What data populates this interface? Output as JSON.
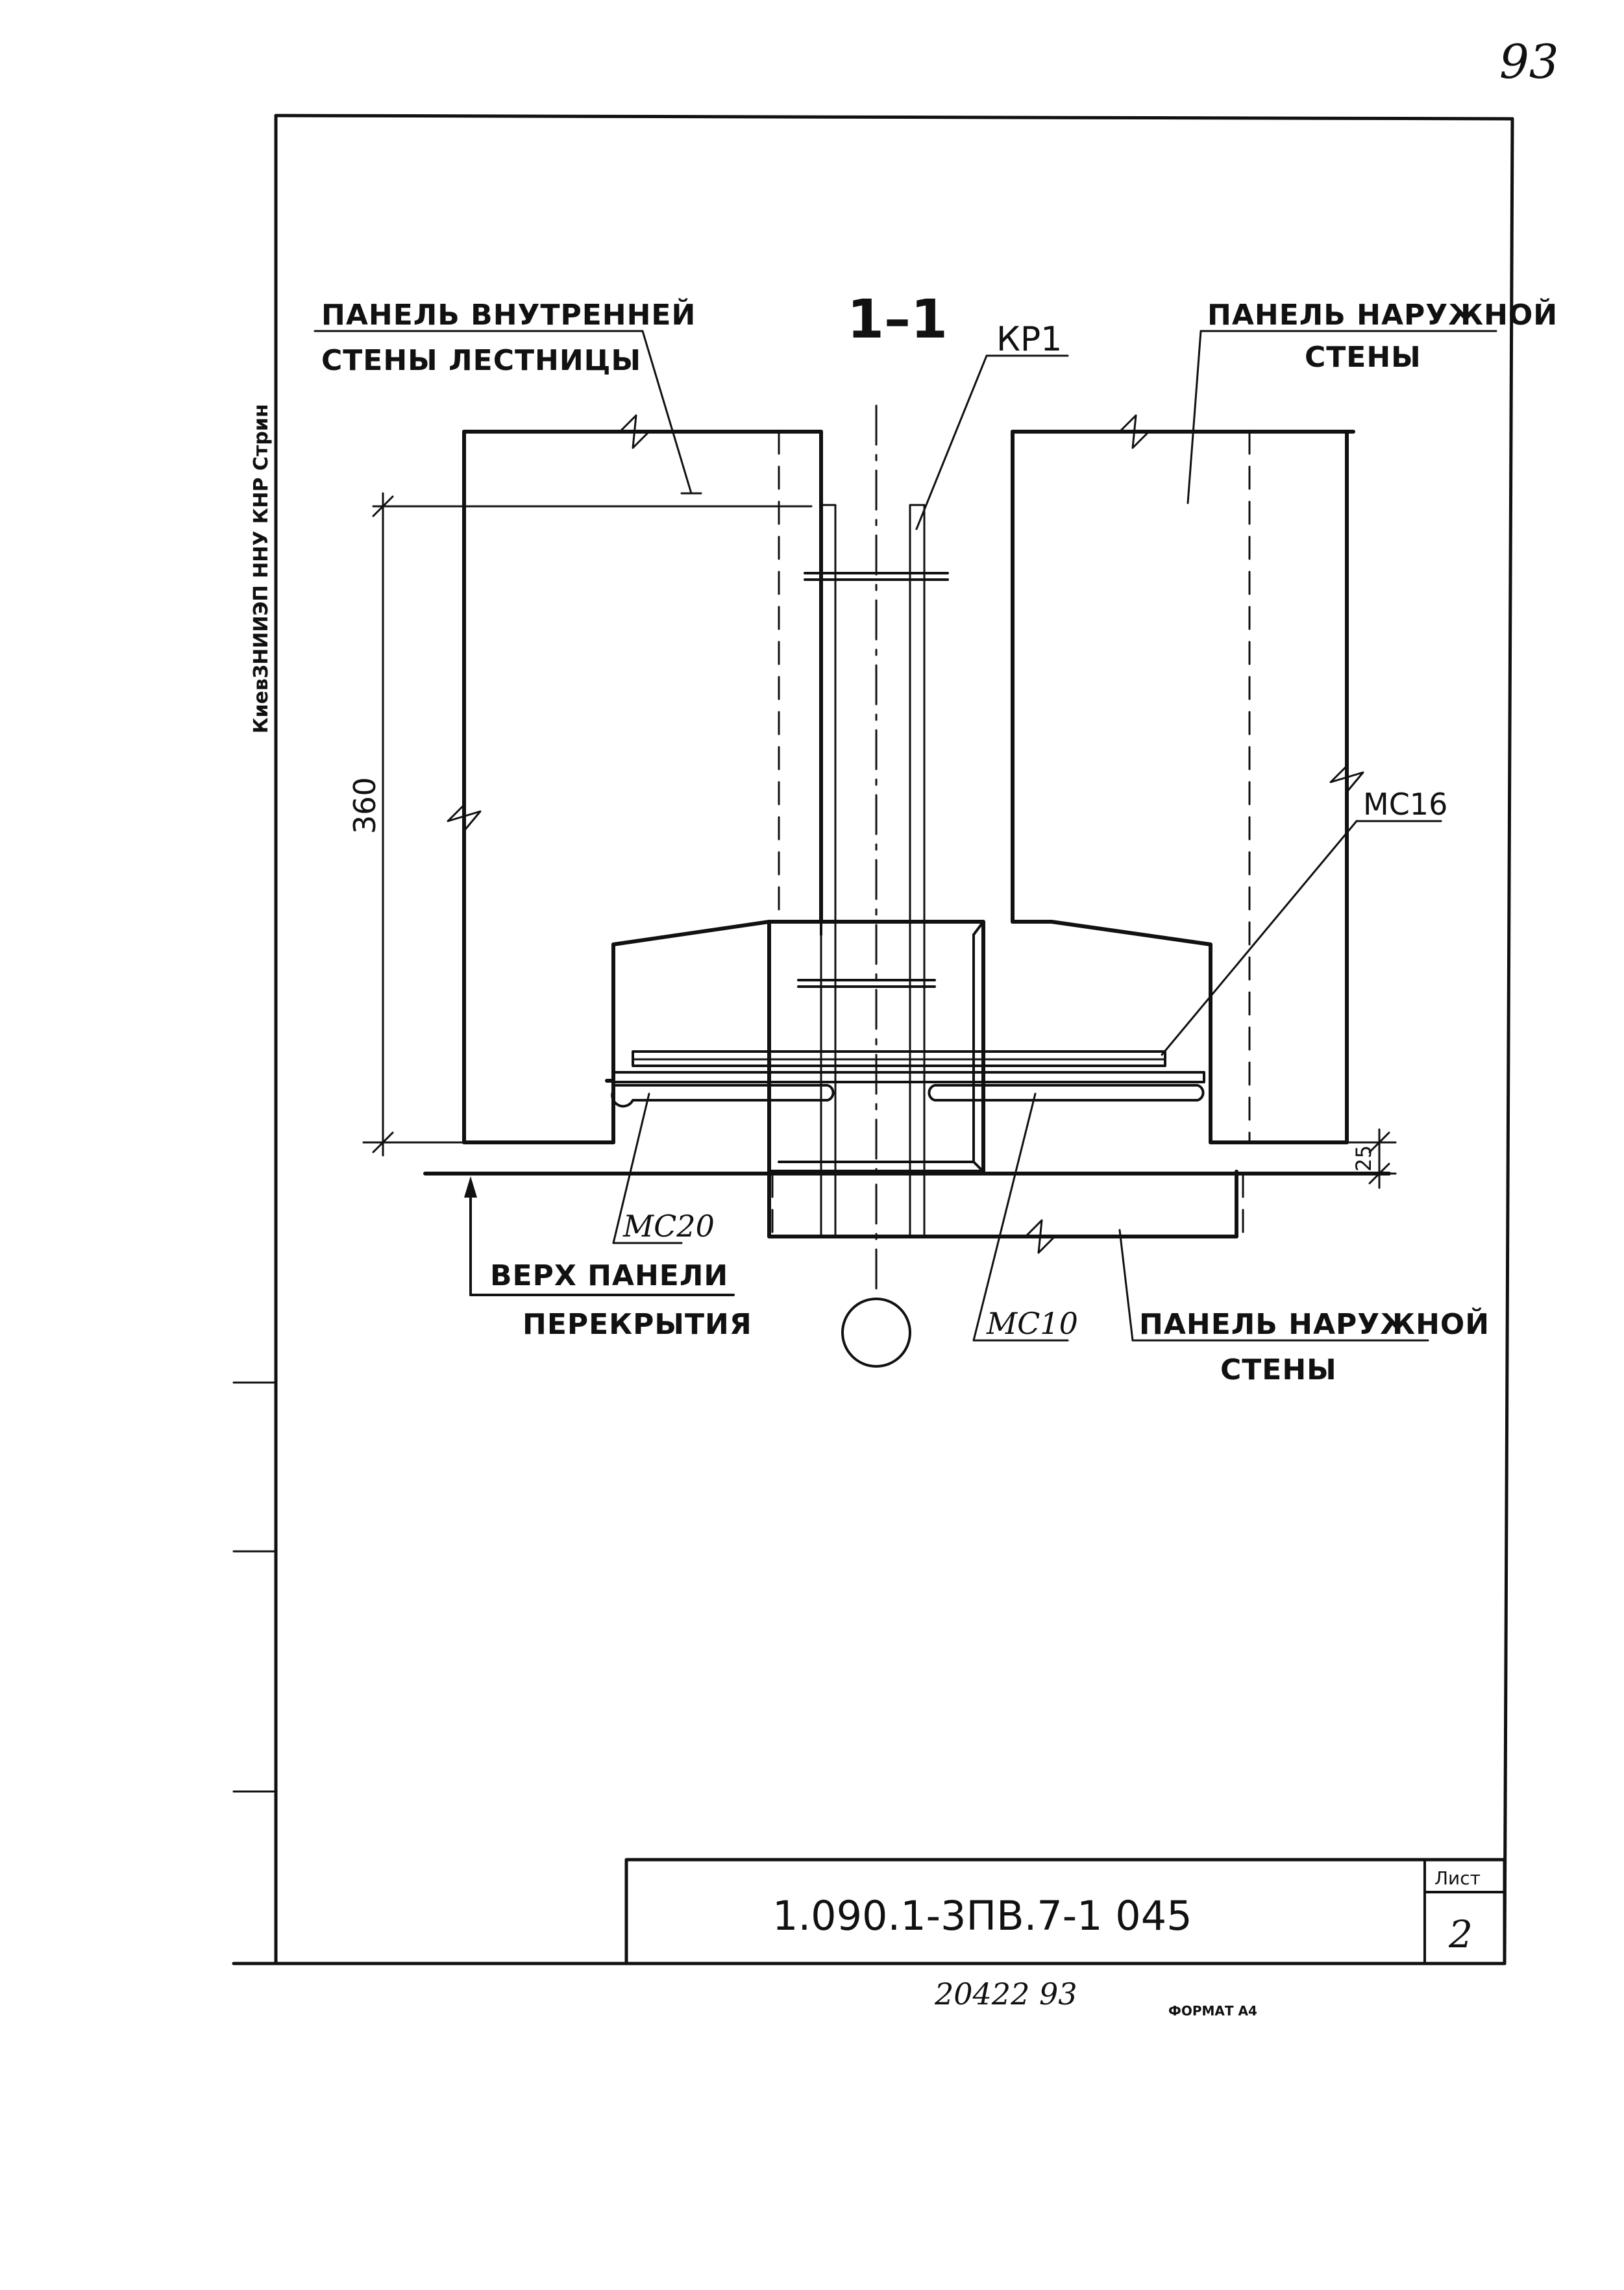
{
  "sheet": {
    "page_number_handwritten": "93",
    "section_mark": "1–1",
    "drawing_code": "1.090.1-3ПВ.7-1 045",
    "sheet_label": "Лист",
    "sheet_number": "2",
    "inventory_handwritten": "20422 93",
    "format_label": "ФОРМАТ А4",
    "margin_stamp": "КиевЗНИИЭП ННУ КНР Стрин"
  },
  "labels": {
    "inner_panel_line1": "ПАНЕЛЬ ВНУТРЕННЕЙ",
    "inner_panel_line2": "СТЕНЫ ЛЕСТНИЦЫ",
    "outer_panel_top_line1": "ПАНЕЛЬ НАРУЖНОЙ",
    "outer_panel_top_line2": "СТЕНЫ",
    "kp1": "КР1",
    "mc16": "МС16",
    "mc20": "МС20",
    "mc10": "МС10",
    "slab_top_line1": "ВЕРХ ПАНЕЛИ",
    "slab_top_line2": "ПЕРЕКРЫТИЯ",
    "outer_panel_bottom_line1": "ПАНЕЛЬ НАРУЖНОЙ",
    "outer_panel_bottom_line2": "СТЕНЫ"
  },
  "dimensions": {
    "height": "360",
    "gap": "25"
  }
}
